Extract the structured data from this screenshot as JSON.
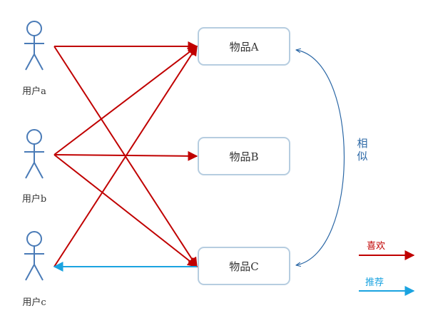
{
  "users": [
    {
      "id": "a",
      "label": "用户a"
    },
    {
      "id": "b",
      "label": "用户b"
    },
    {
      "id": "c",
      "label": "用户c"
    }
  ],
  "items": [
    {
      "id": "A",
      "label": "物品A"
    },
    {
      "id": "B",
      "label": "物品B"
    },
    {
      "id": "C",
      "label": "物品C"
    }
  ],
  "likes": [
    {
      "user": "a",
      "item": "A"
    },
    {
      "user": "a",
      "item": "C"
    },
    {
      "user": "b",
      "item": "A"
    },
    {
      "user": "b",
      "item": "B"
    },
    {
      "user": "b",
      "item": "C"
    },
    {
      "user": "c",
      "item": "A"
    }
  ],
  "recommendations": [
    {
      "user": "c",
      "item": "C"
    }
  ],
  "similarity": {
    "label": "相似",
    "items": [
      "A",
      "C"
    ]
  },
  "legend": {
    "like_label": "喜欢",
    "recommend_label": "推荐"
  },
  "colors": {
    "like": "#c00000",
    "recommend": "#1aa3e0",
    "similar": "#2c68a6",
    "user_icon": "#4a7bb7",
    "box_border": "#b6cde0"
  }
}
